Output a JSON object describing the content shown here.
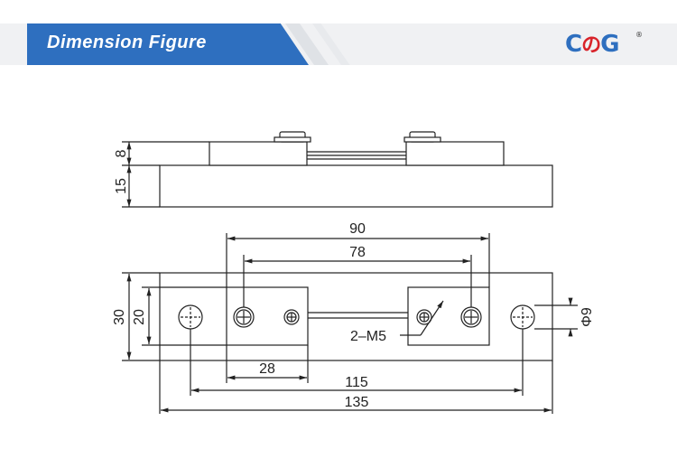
{
  "header": {
    "title": "Dimension Figure",
    "logo": {
      "part1": "C",
      "part2": "の",
      "part3": "G",
      "registered": "®"
    }
  },
  "side_view": {
    "dim_top": "8",
    "dim_base": "15"
  },
  "top_view": {
    "dim_90": "90",
    "dim_78": "78",
    "dim_30": "30",
    "dim_20": "20",
    "dim_28": "28",
    "dim_115": "115",
    "dim_135": "135",
    "dim_hole": "Φ9",
    "thread_label": "2–M5"
  },
  "colors": {
    "brand_blue": "#2e6fbf",
    "brand_red": "#d8232a",
    "line": "#222222"
  }
}
